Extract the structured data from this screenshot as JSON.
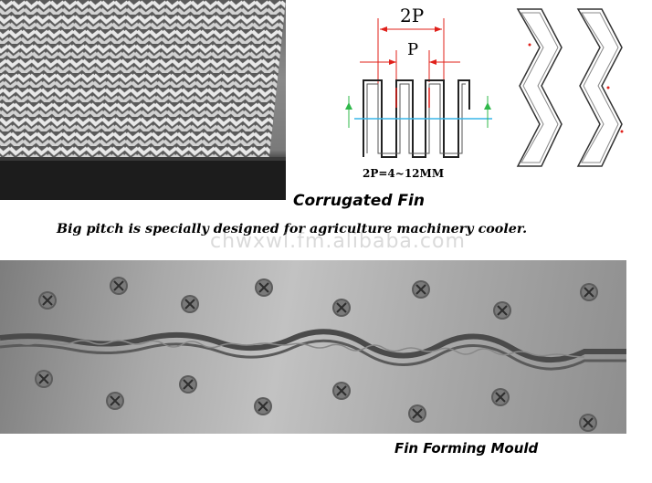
{
  "diagram": {
    "label_2p": "2P",
    "label_p": "P",
    "formula": "2P=4~12MM"
  },
  "captions": {
    "corrugated": "Corrugated Fin",
    "subtitle": "Big pitch is specially designed for agriculture machinery cooler.",
    "mould": "Fin Forming Mould"
  },
  "watermark": "chwxwl.fm.alibaba.com",
  "colors": {
    "dimension_red": "#e0201a",
    "center_cyan": "#38b6e8",
    "marker_green": "#2fb84a"
  }
}
